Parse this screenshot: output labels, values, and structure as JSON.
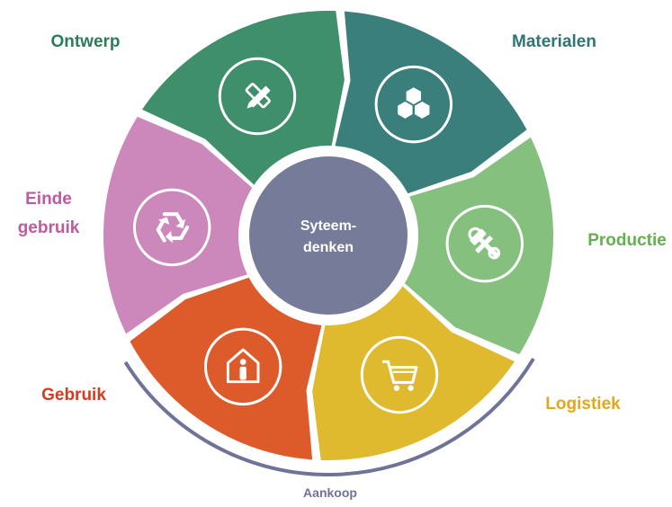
{
  "diagram": {
    "center": {
      "lines": [
        "Syteem-",
        "denken"
      ],
      "color": "#767b9a"
    },
    "segments": [
      {
        "id": "ontwerp",
        "label_lines": [
          "Ontwerp"
        ],
        "color": "#3f8f6d",
        "label_color": "#2a7d57",
        "icon": "pencil-ruler-icon"
      },
      {
        "id": "materialen",
        "label_lines": [
          "Materialen"
        ],
        "color": "#3b7f7d",
        "label_color": "#2e7573",
        "icon": "hexagons-icon"
      },
      {
        "id": "productie",
        "label_lines": [
          "Productie"
        ],
        "color": "#86c07f",
        "label_color": "#64b04f",
        "icon": "hammer-wrench-icon"
      },
      {
        "id": "logistiek",
        "label_lines": [
          "Logistiek"
        ],
        "color": "#e0ba2e",
        "label_color": "#e0a91c",
        "icon": "shopping-cart-icon"
      },
      {
        "id": "gebruik",
        "label_lines": [
          "Gebruik"
        ],
        "color": "#dd5a2b",
        "label_color": "#d93a1f",
        "icon": "house-person-icon"
      },
      {
        "id": "einde",
        "label_lines": [
          "Einde",
          "gebruik"
        ],
        "color": "#cc87bb",
        "label_color": "#c05a9f",
        "icon": "recycle-icon"
      }
    ],
    "bracket": {
      "label": "Aankoop",
      "color": "#6e7397"
    }
  }
}
